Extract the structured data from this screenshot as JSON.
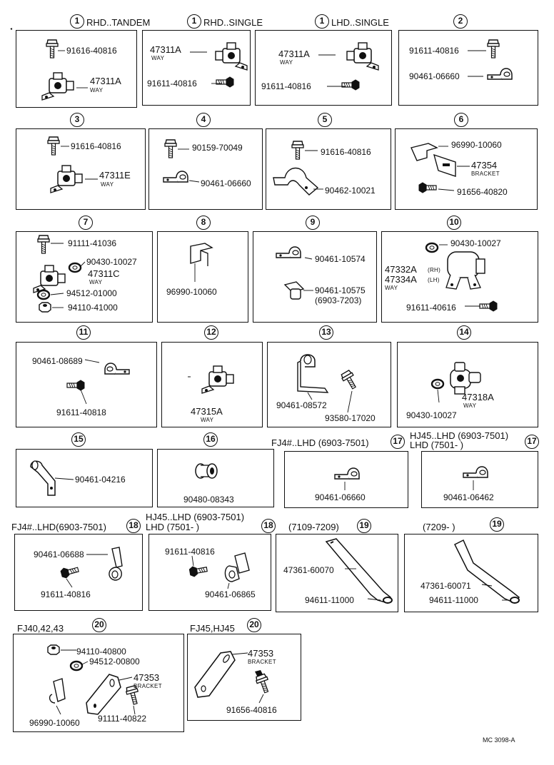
{
  "sections": [
    {
      "num": "1",
      "header": "RHD..TANDEM",
      "parts": [
        {
          "no": "91616-40816"
        },
        {
          "no": "47311A",
          "desc": "WAY"
        }
      ]
    },
    {
      "num": "1",
      "header": "RHD..SINGLE",
      "parts": [
        {
          "no": "47311A",
          "desc": "WAY"
        },
        {
          "no": "91611-40816"
        }
      ]
    },
    {
      "num": "1",
      "header": "LHD..SINGLE",
      "parts": [
        {
          "no": "47311A",
          "desc": "WAY"
        },
        {
          "no": "91611-40816"
        }
      ]
    },
    {
      "num": "2",
      "header": "",
      "parts": [
        {
          "no": "91611-40816"
        },
        {
          "no": "90461-06660"
        }
      ]
    },
    {
      "num": "3",
      "header": "",
      "parts": [
        {
          "no": "91616-40816"
        },
        {
          "no": "47311E",
          "desc": "WAY"
        }
      ]
    },
    {
      "num": "4",
      "header": "",
      "parts": [
        {
          "no": "90159-70049"
        },
        {
          "no": "90461-06660"
        }
      ]
    },
    {
      "num": "5",
      "header": "",
      "parts": [
        {
          "no": "91616-40816"
        },
        {
          "no": "90462-10021"
        }
      ]
    },
    {
      "num": "6",
      "header": "",
      "parts": [
        {
          "no": "96990-10060"
        },
        {
          "no": "47354",
          "desc": "BRACKET"
        },
        {
          "no": "91656-40820"
        }
      ]
    },
    {
      "num": "7",
      "header": "",
      "parts": [
        {
          "no": "91111-41036"
        },
        {
          "no": "90430-10027"
        },
        {
          "no": "47311C",
          "desc": "WAY"
        },
        {
          "no": "94512-01000"
        },
        {
          "no": "94110-41000"
        }
      ]
    },
    {
      "num": "8",
      "header": "",
      "parts": [
        {
          "no": "96990-10060"
        }
      ]
    },
    {
      "num": "9",
      "header": "",
      "parts": [
        {
          "no": "90461-10574"
        },
        {
          "no": "90461-10575",
          "desc": "(6903-7203)"
        }
      ]
    },
    {
      "num": "10",
      "header": "",
      "parts": [
        {
          "no": "90430-10027"
        },
        {
          "no": "47332A",
          "desc": "(RH)"
        },
        {
          "no": "47334A",
          "desc": "(LH)"
        },
        {
          "no": "WAY"
        },
        {
          "no": "91611-40616"
        }
      ]
    },
    {
      "num": "11",
      "header": "",
      "parts": [
        {
          "no": "90461-08689"
        },
        {
          "no": "91611-40818"
        }
      ]
    },
    {
      "num": "12",
      "header": "",
      "parts": [
        {
          "no": "47315A",
          "desc": "WAY"
        }
      ]
    },
    {
      "num": "13",
      "header": "",
      "parts": [
        {
          "no": "90461-08572"
        },
        {
          "no": "93580-17020"
        }
      ]
    },
    {
      "num": "14",
      "header": "",
      "parts": [
        {
          "no": "90430-10027"
        },
        {
          "no": "47318A",
          "desc": "WAY"
        }
      ]
    },
    {
      "num": "15",
      "header": "",
      "parts": [
        {
          "no": "90461-04216"
        }
      ]
    },
    {
      "num": "16",
      "header": "",
      "parts": [
        {
          "no": "90480-08343"
        }
      ]
    },
    {
      "num": "17",
      "header": "FJ4#..LHD (6903-7501)",
      "parts": [
        {
          "no": "90461-06660"
        }
      ]
    },
    {
      "num": "17",
      "header": "HJ45..LHD (6903-7501)",
      "header2": "LHD       (7501-      )",
      "parts": [
        {
          "no": "90461-06462"
        }
      ]
    },
    {
      "num": "18",
      "header": "FJ4#..LHD(6903-7501)",
      "parts": [
        {
          "no": "90461-06688"
        },
        {
          "no": "91611-40816"
        }
      ]
    },
    {
      "num": "18",
      "header": "HJ45..LHD (6903-7501)",
      "header2": "LHD       (7501-      )",
      "parts": [
        {
          "no": "91611-40816"
        },
        {
          "no": "90461-06865"
        }
      ]
    },
    {
      "num": "19",
      "header": "(7109-7209)",
      "parts": [
        {
          "no": "47361-60070"
        },
        {
          "no": "94611-11000"
        }
      ]
    },
    {
      "num": "19",
      "header": "(7209-      )",
      "parts": [
        {
          "no": "47361-60071"
        },
        {
          "no": "94611-11000"
        }
      ]
    },
    {
      "num": "20",
      "header": "FJ40,42,43",
      "parts": [
        {
          "no": "94110-40800"
        },
        {
          "no": "94512-00800"
        },
        {
          "no": "47353",
          "desc": "BRACKET"
        },
        {
          "no": "96990-10060"
        },
        {
          "no": "91111-40822"
        }
      ]
    },
    {
      "num": "20",
      "header": "FJ45,HJ45",
      "parts": [
        {
          "no": "47353",
          "desc": "BRACKET"
        },
        {
          "no": "91656-40816"
        }
      ]
    }
  ],
  "footer_code": "MC 3098-A"
}
